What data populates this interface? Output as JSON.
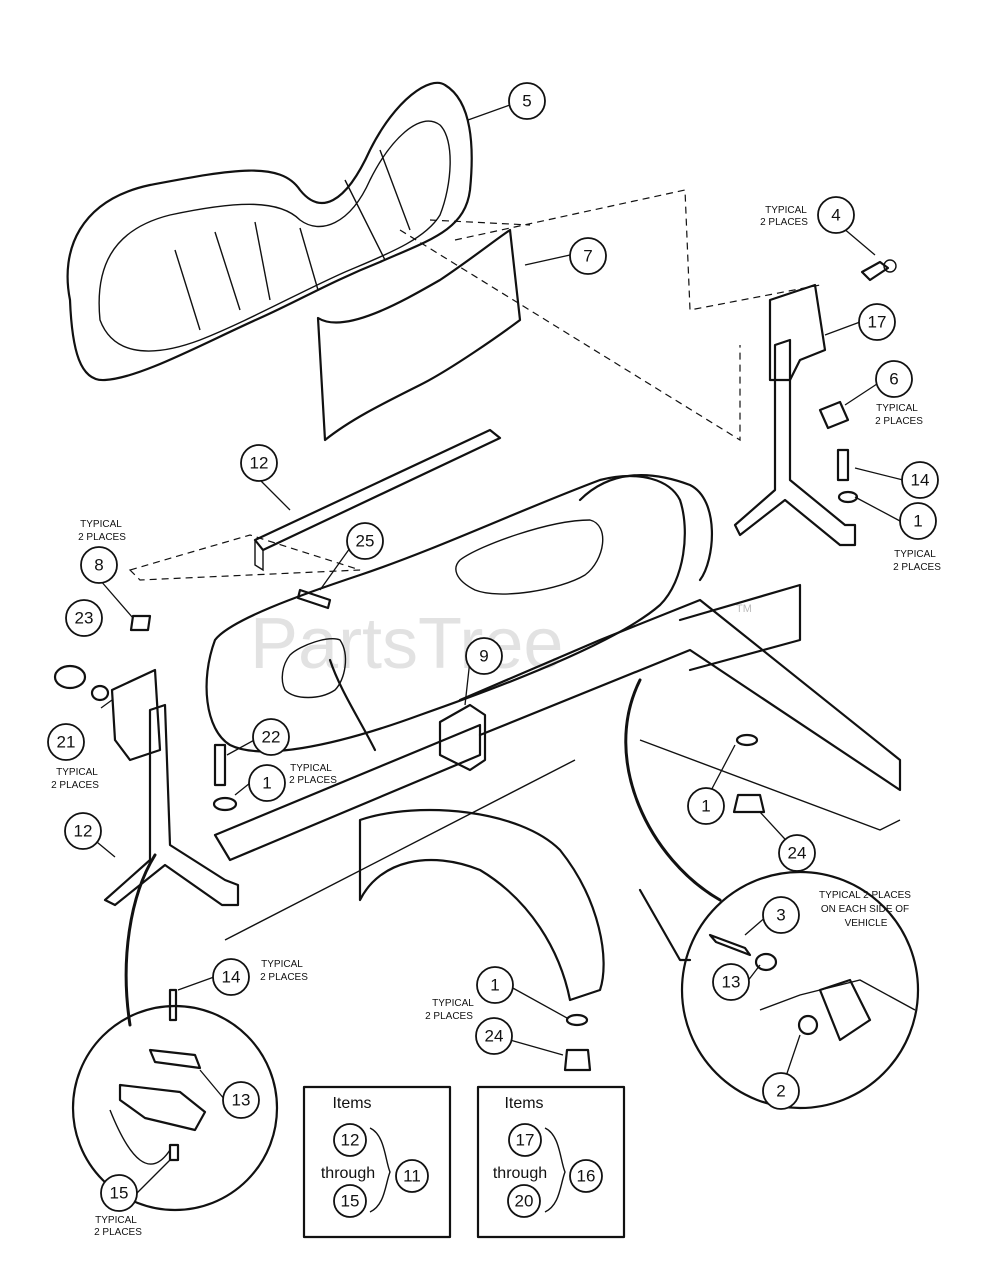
{
  "watermark": {
    "text": "PartsTree",
    "tm": "TM"
  },
  "callouts": [
    {
      "id": "c5",
      "label": "5"
    },
    {
      "id": "c7",
      "label": "7"
    },
    {
      "id": "c4",
      "label": "4"
    },
    {
      "id": "c17",
      "label": "17"
    },
    {
      "id": "c6",
      "label": "6"
    },
    {
      "id": "c14r",
      "label": "14"
    },
    {
      "id": "c1r",
      "label": "1"
    },
    {
      "id": "c12t",
      "label": "12"
    },
    {
      "id": "c25",
      "label": "25"
    },
    {
      "id": "c8",
      "label": "8"
    },
    {
      "id": "c23",
      "label": "23"
    },
    {
      "id": "c21",
      "label": "21"
    },
    {
      "id": "c9",
      "label": "9"
    },
    {
      "id": "c22",
      "label": "22"
    },
    {
      "id": "c1m",
      "label": "1"
    },
    {
      "id": "c12l",
      "label": "12"
    },
    {
      "id": "c1c",
      "label": "1"
    },
    {
      "id": "c24r",
      "label": "24"
    },
    {
      "id": "c3",
      "label": "3"
    },
    {
      "id": "c13r",
      "label": "13"
    },
    {
      "id": "c2",
      "label": "2"
    },
    {
      "id": "c14b",
      "label": "14"
    },
    {
      "id": "c13b",
      "label": "13"
    },
    {
      "id": "c15",
      "label": "15"
    },
    {
      "id": "c1b",
      "label": "1"
    },
    {
      "id": "c24b",
      "label": "24"
    }
  ],
  "notes": {
    "typ4_a": "TYPICAL",
    "typ4_b": "2 PLACES",
    "typ6_a": "TYPICAL",
    "typ6_b": "2 PLACES",
    "typ1r_a": "TYPICAL",
    "typ1r_b": "2 PLACES",
    "typ8_a": "TYPICAL",
    "typ8_b": "2 PLACES",
    "typ21_a": "TYPICAL",
    "typ21_b": "2 PLACES",
    "typ22_a": "TYPICAL",
    "typ22_b": "2 PLACES",
    "typ14_a": "TYPICAL",
    "typ14_b": "2 PLACES",
    "typ1b_a": "TYPICAL",
    "typ1b_b": "2 PLACES",
    "typ15_a": "TYPICAL",
    "typ15_b": "2 PLACES",
    "veh_a": "TYPICAL 2 PLACES",
    "veh_b": "ON EACH SIDE OF",
    "veh_c": "VEHICLE"
  },
  "kit_boxes": [
    {
      "heading": "Items",
      "from": "12",
      "through": "through",
      "to": "15",
      "kit": "11"
    },
    {
      "heading": "Items",
      "from": "17",
      "through": "through",
      "to": "20",
      "kit": "16"
    }
  ]
}
